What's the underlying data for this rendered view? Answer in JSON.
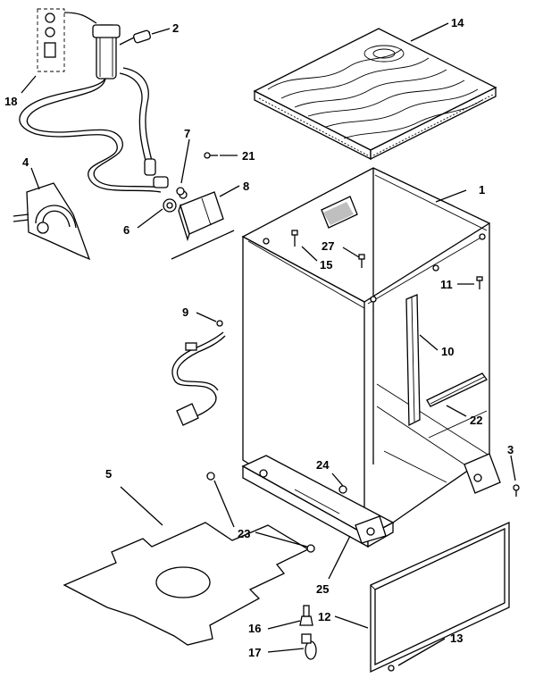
{
  "callouts": [
    {
      "id": "1",
      "label": "1"
    },
    {
      "id": "2",
      "label": "2"
    },
    {
      "id": "3",
      "label": "3"
    },
    {
      "id": "4",
      "label": "4"
    },
    {
      "id": "5",
      "label": "5"
    },
    {
      "id": "6",
      "label": "6"
    },
    {
      "id": "7",
      "label": "7"
    },
    {
      "id": "8",
      "label": "8"
    },
    {
      "id": "9",
      "label": "9"
    },
    {
      "id": "10",
      "label": "10"
    },
    {
      "id": "11",
      "label": "11"
    },
    {
      "id": "12",
      "label": "12"
    },
    {
      "id": "13",
      "label": "13"
    },
    {
      "id": "14",
      "label": "14"
    },
    {
      "id": "15",
      "label": "15"
    },
    {
      "id": "16",
      "label": "16"
    },
    {
      "id": "17",
      "label": "17"
    },
    {
      "id": "18",
      "label": "18"
    },
    {
      "id": "21",
      "label": "21"
    },
    {
      "id": "22",
      "label": "22"
    },
    {
      "id": "23",
      "label": "23"
    },
    {
      "id": "24",
      "label": "24"
    },
    {
      "id": "25",
      "label": "25"
    },
    {
      "id": "27",
      "label": "27"
    }
  ]
}
